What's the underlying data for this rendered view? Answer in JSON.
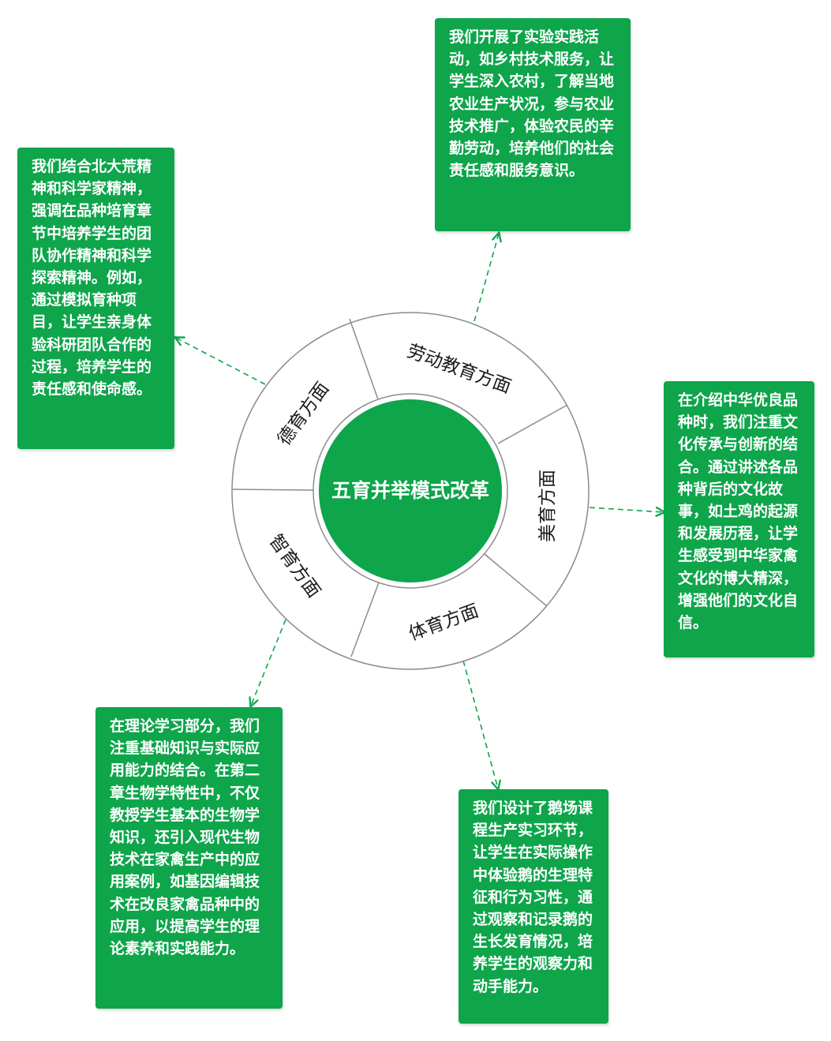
{
  "center": {
    "title": "五育并举模式改革"
  },
  "segments": {
    "labor": "劳动教育方面",
    "moral": "德育方面",
    "beauty": "美育方面",
    "intel": "智育方面",
    "sports": "体育方面"
  },
  "boxes": {
    "labor": "我们开展了实验实践活动，如乡村技术服务，让学生深入农村，了解当地农业生产状况，参与农业技术推广，体验农民的辛勤劳动，培养他们的社会责任感和服务意识。",
    "moral": "我们结合北大荒精神和科学家精神，强调在品种培育章节中培养学生的团队协作精神和科学探索精神。例如，通过模拟育种项目，让学生亲身体验科研团队合作的过程，培养学生的责任感和使命感。",
    "beauty": "在介绍中华优良品种时，我们注重文化传承与创新的结合。通过讲述各品种背后的文化故事，如土鸡的起源和发展历程，让学生感受到中华家禽文化的博大精深，增强他们的文化自信。",
    "intel": "在理论学习部分，我们注重基础知识与实际应用能力的结合。在第二章生物学特性中，不仅教授学生基本的生物学知识，还引入现代生物技术在家禽生产中的应用案例，如基因编辑技术在改良家禽品种中的应用，以提高学生的理论素养和实践能力。",
    "sports": "我们设计了鹅场课程生产实习环节，让学生在实际操作中体验鹅的生理特征和行为习性，通过观察和记录鹅的生长发育情况，培养学生的观察力和动手能力。"
  },
  "colors": {
    "green": "#0ea54b",
    "ring_stroke": "#8c8c8c",
    "text_dark": "#1a1a1a"
  }
}
